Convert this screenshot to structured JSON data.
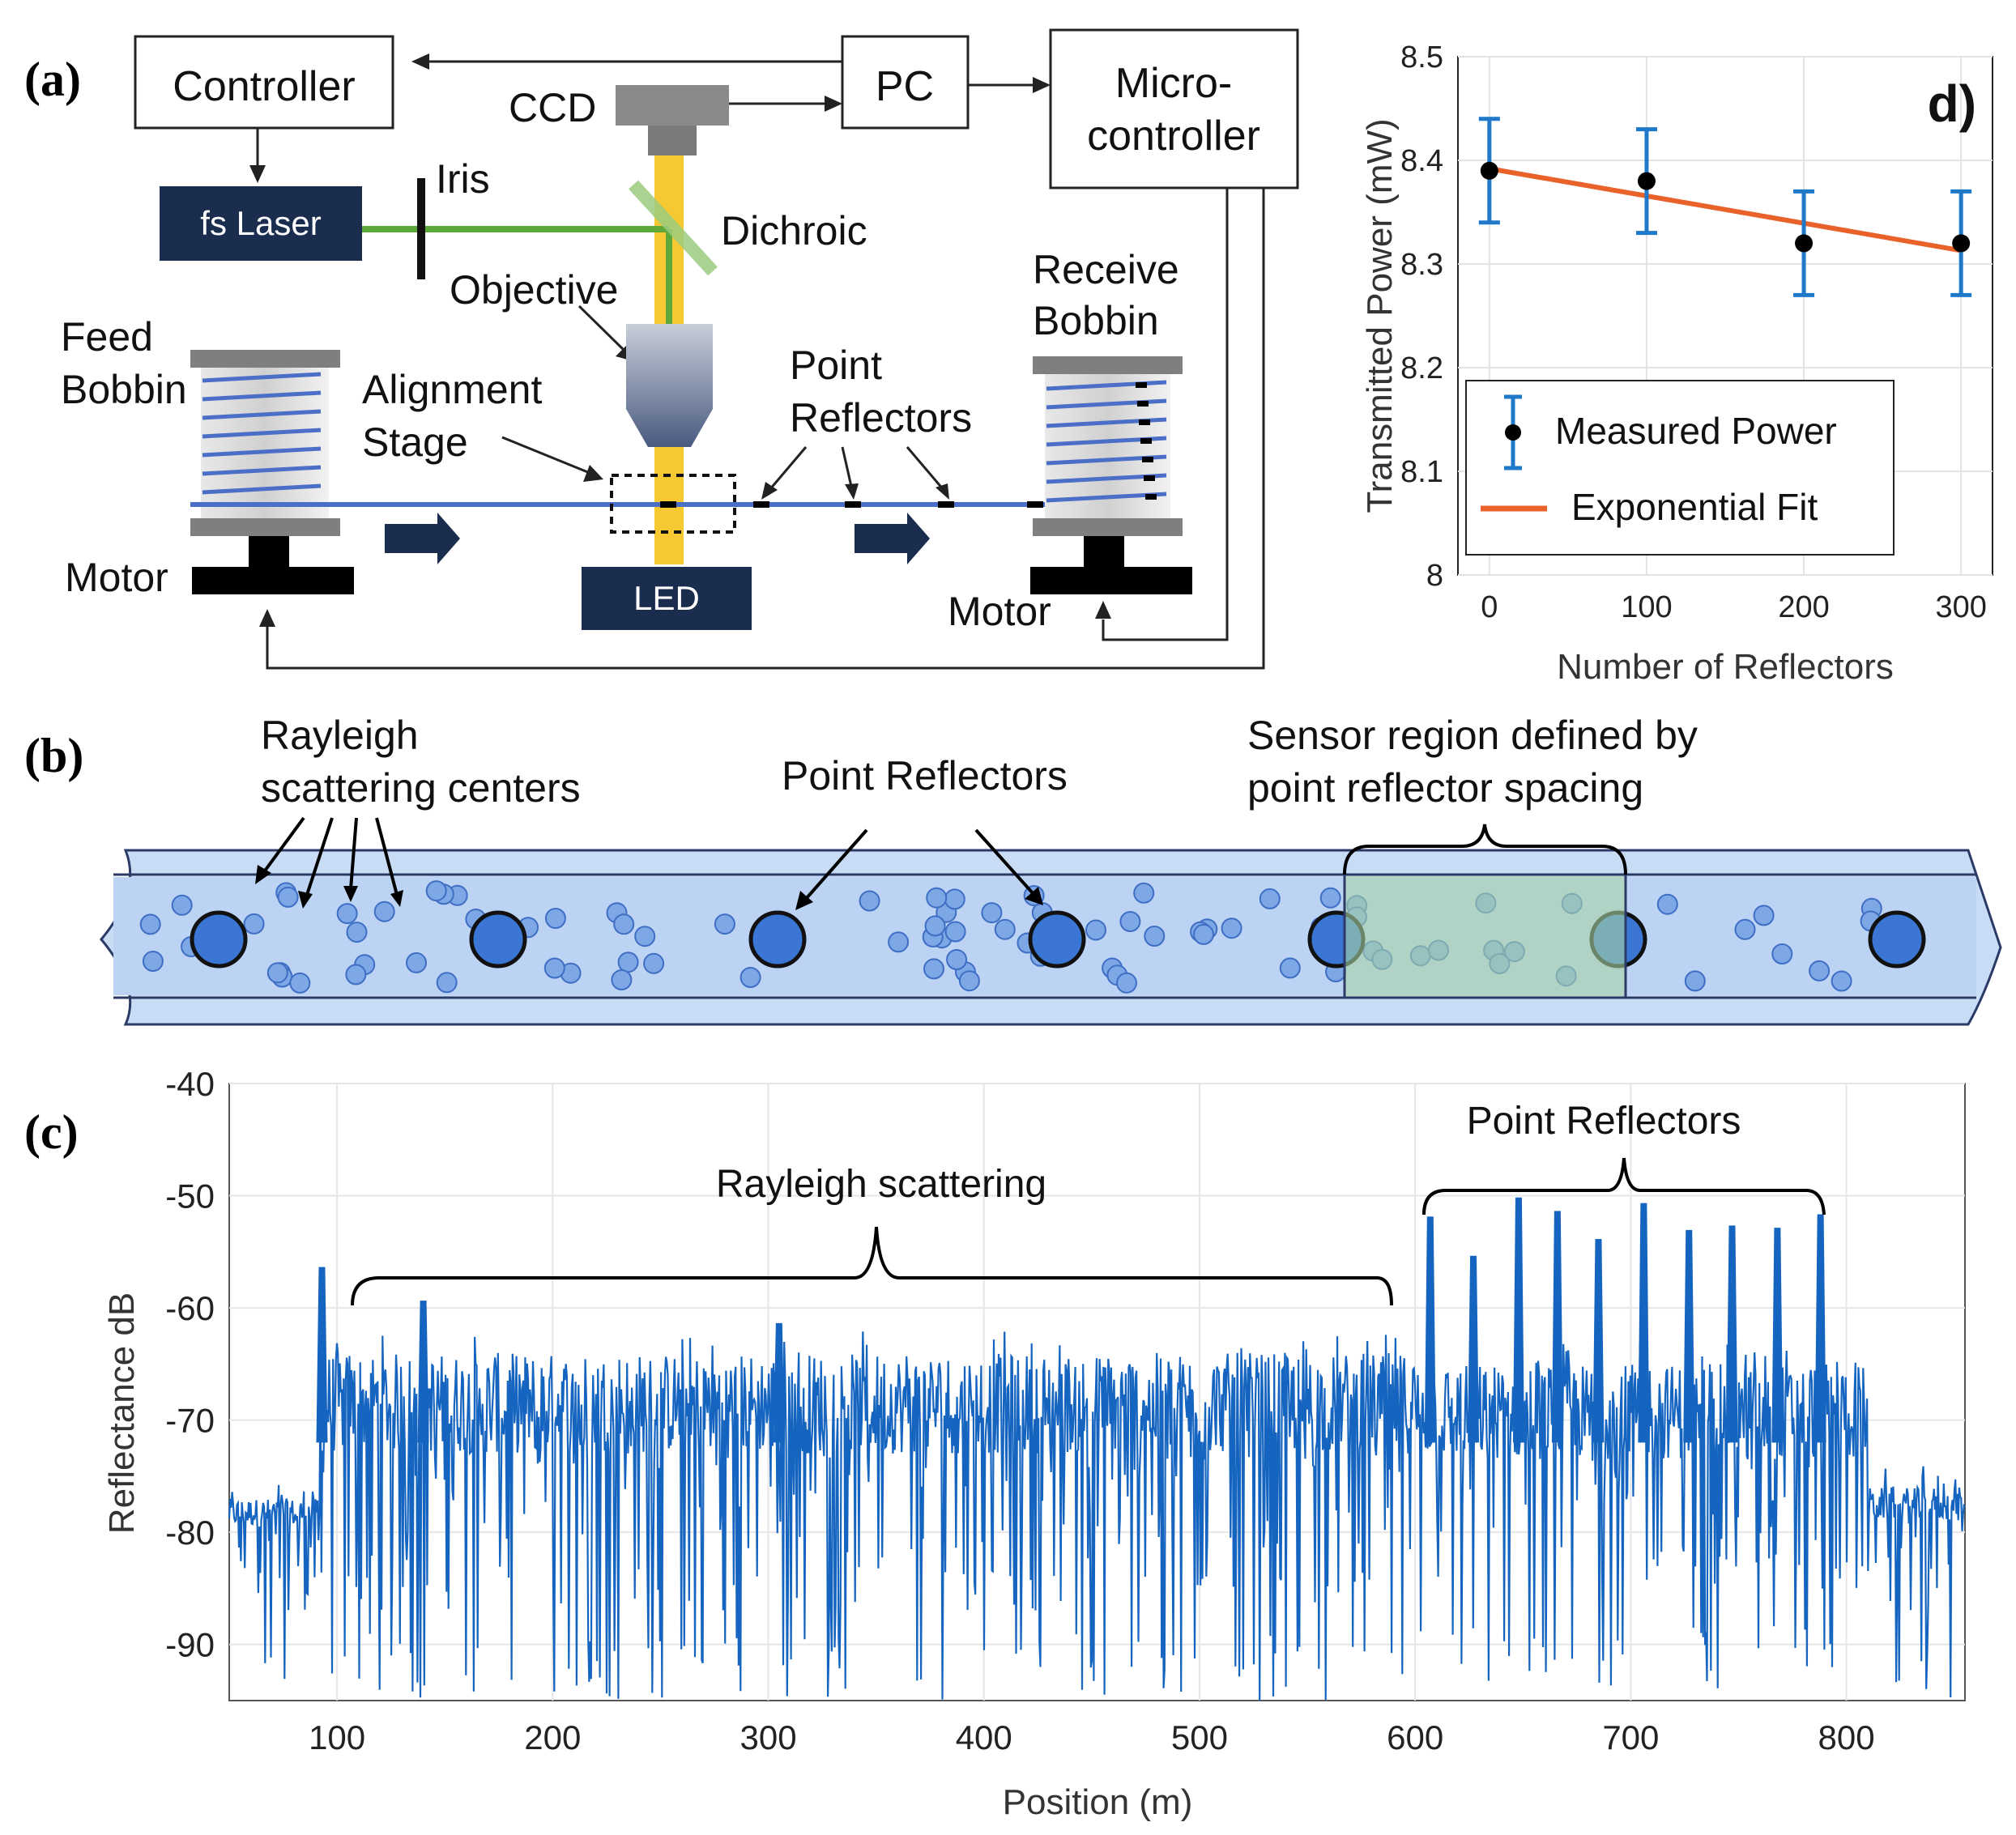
{
  "figure": {
    "panel_labels": {
      "a": "(a)",
      "b": "(b)",
      "c": "(c)",
      "d": "d)"
    }
  },
  "panel_a": {
    "controller": "Controller",
    "pc": "PC",
    "micro_line1": "Micro-",
    "micro_line2": "controller",
    "ccd": "CCD",
    "fs_laser": "fs Laser",
    "iris": "Iris",
    "dichroic": "Dichroic",
    "objective": "Objective",
    "feed_line1": "Feed",
    "feed_line2": "Bobbin",
    "receive_line1": "Receive",
    "receive_line2": "Bobbin",
    "alignment_line1": "Alignment",
    "alignment_line2": "Stage",
    "point_line1": "Point",
    "point_line2": "Reflectors",
    "motor_left": "Motor",
    "motor_right": "Motor",
    "led": "LED"
  },
  "panel_b": {
    "rayleigh_line1": "Rayleigh",
    "rayleigh_line2": "scattering centers",
    "point_reflectors": "Point Reflectors",
    "sensor_line1": "Sensor region defined by",
    "sensor_line2": "point reflector spacing"
  },
  "panel_c": {
    "ann_rayleigh": "Rayleigh scattering",
    "ann_point": "Point Reflectors",
    "colors": {
      "trace": "#1565c0"
    }
  },
  "panel_d": {
    "legend_measured": "Measured Power",
    "legend_fit": "Exponential  Fit",
    "colors": {
      "points": "#000000",
      "errorbars": "#1f78c8",
      "fit": "#e8622a"
    }
  },
  "chart_data": [
    {
      "type": "line",
      "panel": "(c)",
      "xlabel": "Position (m)",
      "ylabel": "Reflectance dB",
      "xlim": [
        50,
        855
      ],
      "ylim": [
        -95,
        -40
      ],
      "xticks": [
        100,
        200,
        300,
        400,
        500,
        600,
        700,
        800
      ],
      "yticks": [
        -40,
        -50,
        -60,
        -70,
        -80,
        -90
      ],
      "grid": true,
      "series": [
        {
          "envelope": [
            {
              "x": [
                50,
                92
              ],
              "low": -95,
              "high": -75
            },
            {
              "x": [
                92,
                600
              ],
              "low": -95,
              "high": -62
            },
            {
              "x": [
                600,
                810
              ],
              "low": -94,
              "high": -63
            },
            {
              "x": [
                810,
                855
              ],
              "low": -95,
              "high": -74
            }
          ],
          "noise_floor_mean": -72,
          "spikes": [
            {
              "x": 93,
              "y": -56.5
            },
            {
              "x": 140,
              "y": -59.5
            },
            {
              "x": 305,
              "y": -61.5
            },
            {
              "x": 607,
              "y": -52
            },
            {
              "x": 627,
              "y": -55.5
            },
            {
              "x": 648,
              "y": -50.3
            },
            {
              "x": 666,
              "y": -51.5
            },
            {
              "x": 685,
              "y": -54
            },
            {
              "x": 706,
              "y": -50.8
            },
            {
              "x": 727,
              "y": -53.2
            },
            {
              "x": 747,
              "y": -52.8
            },
            {
              "x": 768,
              "y": -53
            },
            {
              "x": 788,
              "y": -51.8
            }
          ]
        }
      ]
    },
    {
      "type": "scatter",
      "panel": "d)",
      "xlabel": "Number of Reflectors",
      "ylabel": "Transmitted Power (mW)",
      "xlim": [
        -20,
        320
      ],
      "ylim": [
        8.0,
        8.5
      ],
      "xticks": [
        0,
        100,
        200,
        300
      ],
      "yticks": [
        8,
        8.1,
        8.2,
        8.3,
        8.4,
        8.5
      ],
      "grid": true,
      "legend": "inside bottom-left",
      "series": [
        {
          "name": "Measured Power",
          "x": [
            0,
            100,
            200,
            300
          ],
          "y": [
            8.39,
            8.38,
            8.32,
            8.32
          ],
          "error": [
            0.05,
            0.05,
            0.05,
            0.05
          ]
        },
        {
          "name": "Exponential  Fit",
          "x": [
            0,
            300
          ],
          "y": [
            8.392,
            8.313
          ]
        }
      ]
    }
  ]
}
